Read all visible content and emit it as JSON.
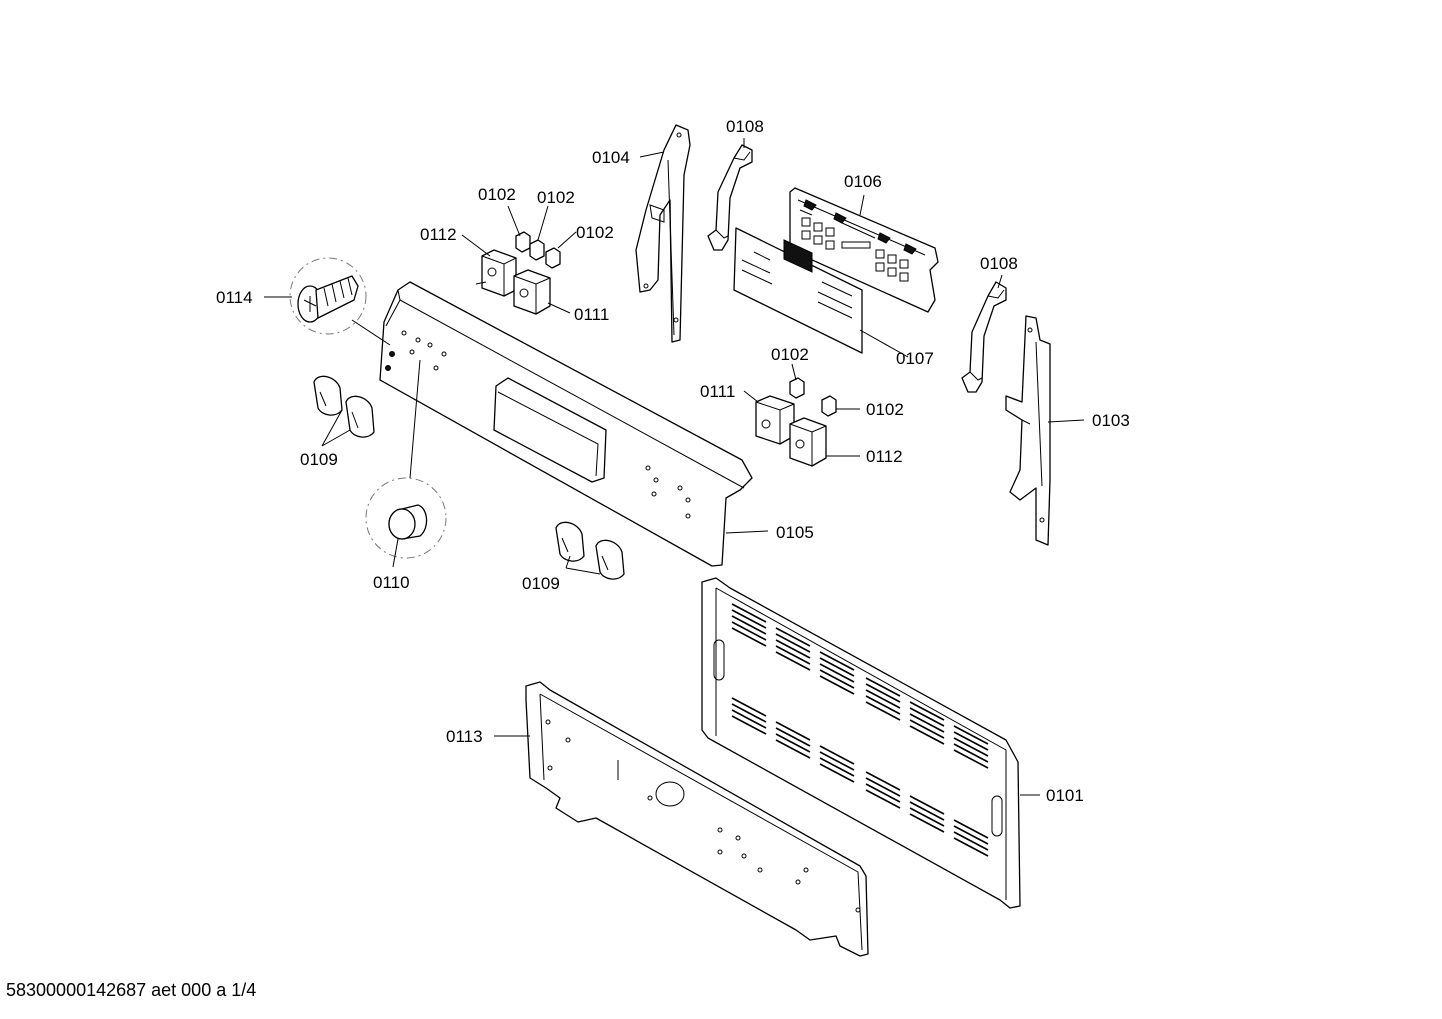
{
  "callouts": [
    {
      "id": "c0108a",
      "text": "0108"
    },
    {
      "id": "c0104",
      "text": "0104"
    },
    {
      "id": "c0106",
      "text": "0106"
    },
    {
      "id": "c0102a",
      "text": "0102"
    },
    {
      "id": "c0102b",
      "text": "0102"
    },
    {
      "id": "c0102c",
      "text": "0102"
    },
    {
      "id": "c0112a",
      "text": "0112"
    },
    {
      "id": "c0108b",
      "text": "0108"
    },
    {
      "id": "c0114",
      "text": "0114"
    },
    {
      "id": "c0111a",
      "text": "0111"
    },
    {
      "id": "c0107",
      "text": "0107"
    },
    {
      "id": "c0102d",
      "text": "0102"
    },
    {
      "id": "c0111b",
      "text": "0111"
    },
    {
      "id": "c0102e",
      "text": "0102"
    },
    {
      "id": "c0103",
      "text": "0103"
    },
    {
      "id": "c0109a",
      "text": "0109"
    },
    {
      "id": "c0112b",
      "text": "0112"
    },
    {
      "id": "c0105",
      "text": "0105"
    },
    {
      "id": "c0110",
      "text": "0110"
    },
    {
      "id": "c0109b",
      "text": "0109"
    },
    {
      "id": "c0113",
      "text": "0113"
    },
    {
      "id": "c0101",
      "text": "0101"
    }
  ],
  "footer": {
    "text": "58300000142687 aet 000 a 1/4"
  }
}
